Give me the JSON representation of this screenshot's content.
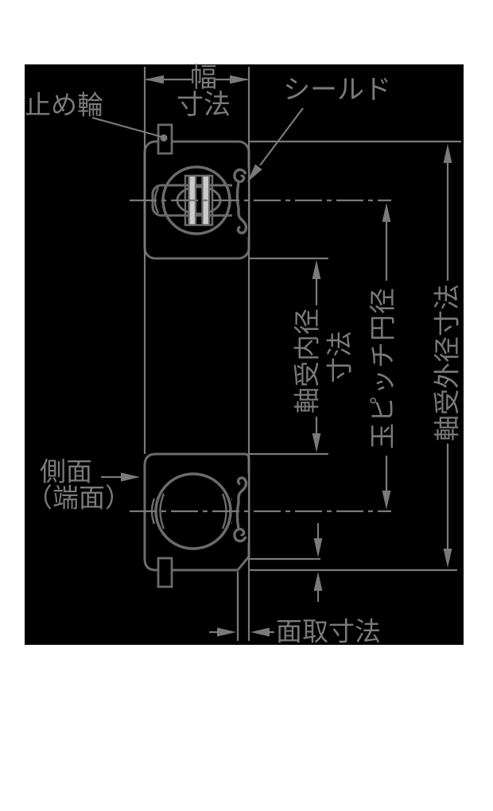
{
  "page": {
    "background": "#ffffff"
  },
  "diagram": {
    "title": "ball-bearing-cross-section-dimension-diagram",
    "colors": {
      "canvas_bg": "#000000",
      "line": "#7a7a7a",
      "part_outline": "#6b6b6b",
      "part_fill": "#cbcbcb"
    },
    "labels": {
      "width": {
        "line1": "幅",
        "line2": "寸法"
      },
      "snap_ring": "止め輪",
      "shield": "シールド",
      "bore": {
        "line1": "軸受内径",
        "line2": "寸法"
      },
      "ball_pitch": "玉ピッチ円径",
      "outer_diameter": "軸受外径寸法",
      "side_face": {
        "line1": "側面",
        "line2": "（端面）"
      },
      "chamfer": "面取寸法"
    }
  }
}
